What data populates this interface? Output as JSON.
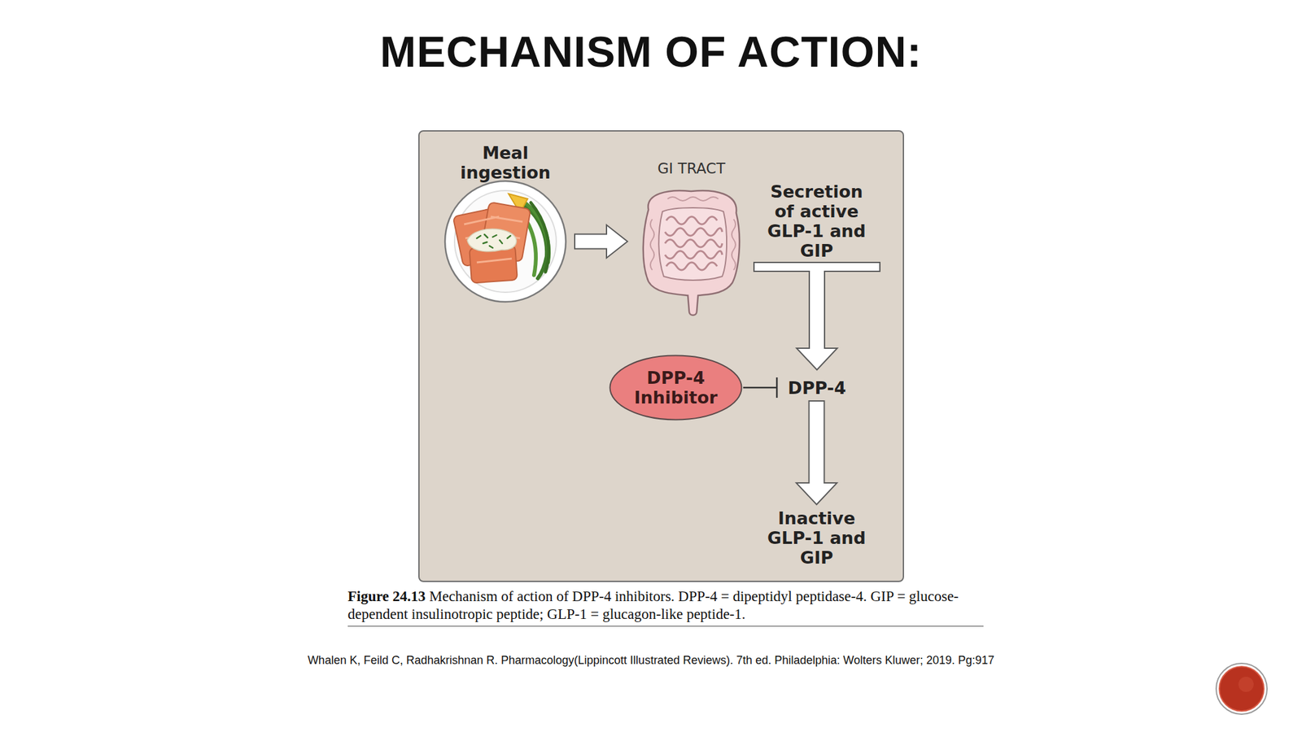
{
  "diagram": {
    "title": "MECHANISM OF ACTION:",
    "caption": "Mechanism of action of DPP-4 inhibitors. DPP-4 = dipeptidyl peptidase-4. GIP = glucose-dependent insulinotropic peptide; GLP-1 = glucagon-like peptide-1.",
    "nodes": [
      {
        "text": [
          "Meal ingestion"
        ]
      },
      {
        "text": [
          "GI TRACT"
        ]
      },
      {
        "text": [
          "Secretion of active GLP-1 and GIP"
        ]
      },
      {
        "text": [
          "DPP-4 Inhibitor"
        ]
      },
      {
        "text": [
          "DPP-4"
        ]
      },
      {
        "text": [
          "Inactive GLP-1 and GIP"
        ]
      }
    ],
    "edges": [
      {
        "from": 0,
        "to": 1,
        "arrow": "to"
      },
      {
        "from": 2,
        "to": 4,
        "arrow": "to"
      },
      {
        "from": 3,
        "to": 4,
        "arrow": "to"
      },
      {
        "from": 4,
        "to": 5,
        "arrow": "to"
      }
    ],
    "labels": [
      "Figure 24.13",
      "Whalen K, Feild C, Radhakrishnan R. Pharmacology(Lippincott Illustrated Reviews). 7th ed. Philadelphia: Wolters Kluwer; 2019. Pg:917"
    ]
  }
}
